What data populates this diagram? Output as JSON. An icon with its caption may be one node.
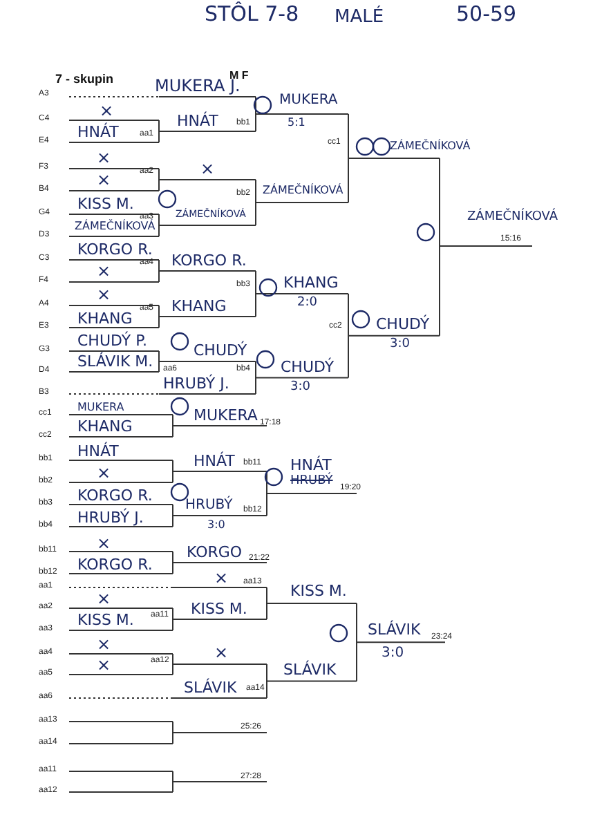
{
  "diagram": {
    "labels": [
      "STÔL 7-8",
      "MALÉ",
      "50-59",
      "7 - skupin",
      "M F",
      "MUKERA J.",
      "A3",
      "MUKERA",
      "C4",
      "×",
      "HNÁT",
      "bb1",
      "5:1",
      "E4",
      "HNÁT",
      "aa1",
      "cc1",
      "ZÁMEČNÍKOVÁ",
      "F3",
      "×",
      "aa2",
      "×",
      "B4",
      "×",
      "bb2",
      "ZÁMEČNÍKOVÁ",
      "G4",
      "KISS M.",
      "ZÁMEČNÍKOVÁ",
      "aa3",
      "D3",
      "ZÁMEČNÍKOVÁ",
      "ZÁMEČNÍKOVÁ",
      "15:16",
      "C3",
      "KORGO R.",
      "KORGO R.",
      "aa4",
      "F4",
      "×",
      "KHANG",
      "bb3",
      "2:0",
      "A4",
      "×",
      "KHANG",
      "aa5",
      "E3",
      "KHANG",
      "CHUDÝ",
      "cc2",
      "3:0",
      "G3",
      "CHUDÝ P.",
      "CHUDÝ",
      "aa6",
      "D4",
      "SLÁVIK M.",
      "CHUDÝ",
      "bb4",
      "3:0",
      "HRUBÝ J.",
      "B3",
      "cc1",
      "MUKERA",
      "MUKERA",
      "17:18",
      "cc2",
      "KHANG",
      "bb1",
      "HNÁT",
      "HNÁT",
      "bb11",
      "HNÁT",
      "HRUBÝ",
      "19:20",
      "bb2",
      "×",
      "bb3",
      "KORGO R.",
      "HRUBÝ",
      "bb12",
      "3:0",
      "bb4",
      "HRUBÝ J.",
      "bb11",
      "×",
      "KORGO",
      "21:22",
      "bb12",
      "KORGO R.",
      "×",
      "aa1",
      "aa13",
      "KISS M.",
      "aa2",
      "×",
      "KISS M.",
      "aa11",
      "SLÁVIK",
      "23:24",
      "3:0",
      "aa3",
      "KISS M.",
      "aa4",
      "×",
      "×",
      "aa12",
      "SLÁVIK",
      "aa5",
      "×",
      "SLÁVIK",
      "aa14",
      "aa6",
      "aa13",
      "25:26",
      "aa14",
      "aa11",
      "27:28",
      "aa12"
    ]
  }
}
